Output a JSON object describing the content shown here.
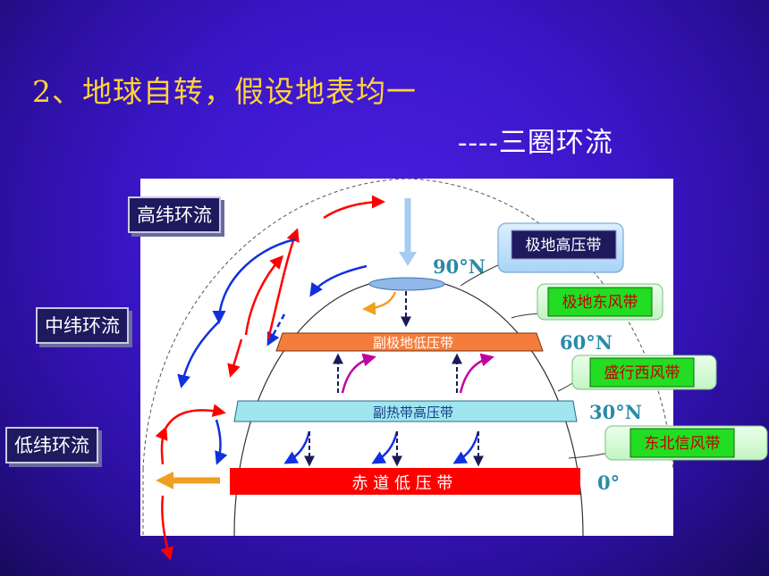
{
  "title": "2、地球自转，假设地表均一",
  "subtitle": "----三圈环流",
  "circulations": {
    "high": "高纬环流",
    "mid": "中纬环流",
    "low": "低纬环流"
  },
  "belts": {
    "polar_high": "极地高压带",
    "polar_easterlies": "极地东风带",
    "subpolar_low": "副极地低压带",
    "westerlies": "盛行西风带",
    "subtropical_high": "副热带高压带",
    "ne_trades": "东北信风带",
    "equatorial_low": "赤 道 低 压 带"
  },
  "latitudes": {
    "lat90": "90°N",
    "lat60": "60°N",
    "lat30": "30°N",
    "lat0": "0°"
  },
  "colors": {
    "red": "#ff0000",
    "blue": "#1030e0",
    "orange_band": "#f47d3c",
    "cyan_band": "#9fe6ee",
    "green_label": "#22dd22",
    "navy_label": "#1e1a5e",
    "latitude_text": "#2a8aa8"
  }
}
